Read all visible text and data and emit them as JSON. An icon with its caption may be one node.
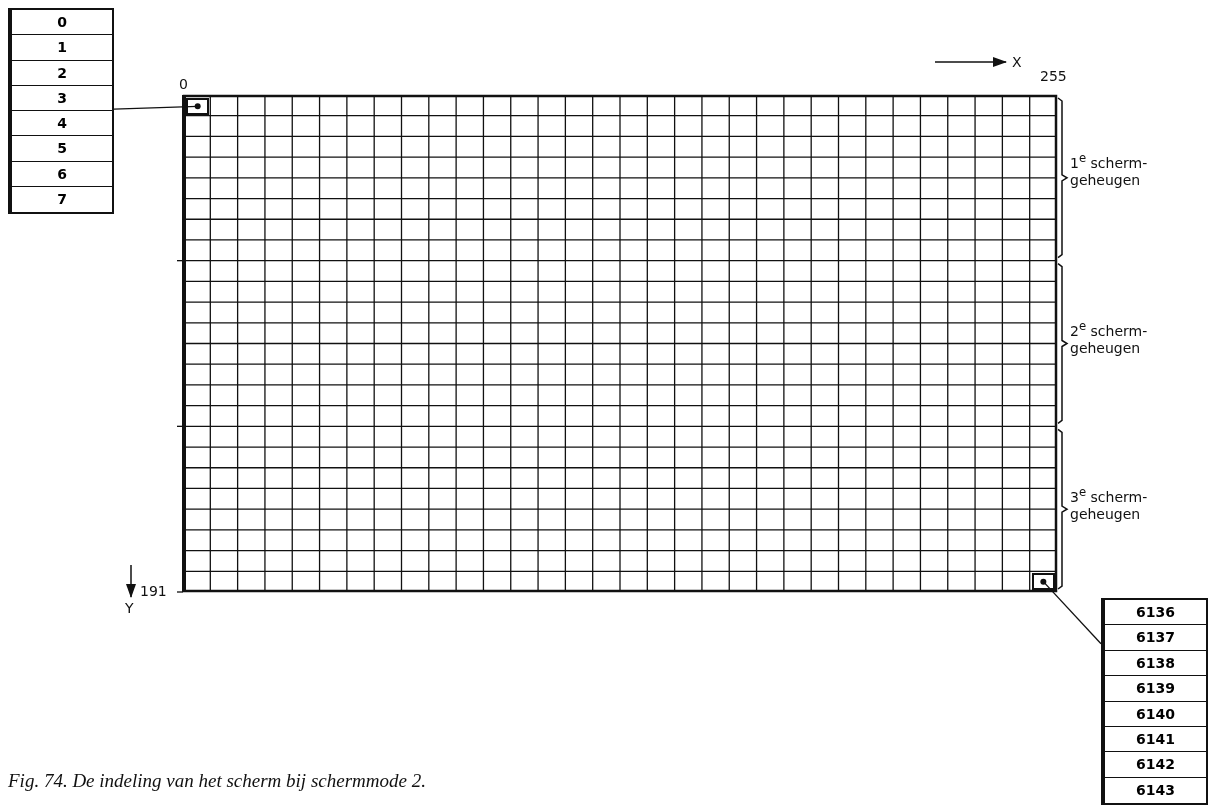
{
  "diagram": {
    "caption": "Fig. 74. De indeling van het scherm bij schermmode 2.",
    "nodes": [
      {
        "text": [
          "0",
          "1",
          "2",
          "3",
          "4",
          "5",
          "6",
          "7"
        ]
      },
      {
        "text": [],
        "shape": "grid"
      },
      {
        "text": [],
        "shape": "box",
        "in": 1
      },
      {
        "text": [
          "6136",
          "6137",
          "6138",
          "6139",
          "6140",
          "6141",
          "6142",
          "6143"
        ]
      },
      {
        "text": [],
        "shape": "box",
        "in": 1
      }
    ],
    "edges": [
      {
        "from": 0,
        "to": 2,
        "arrow": "other"
      },
      {
        "from": 3,
        "to": 4,
        "arrow": "other"
      }
    ],
    "labels": [
      "0",
      "255",
      "X",
      "1$^{e}$ scherm- geheugen",
      "2$^{e}$ scherm- geheugen",
      "3$^{e}$ scherm- geheugen",
      "Y",
      "191"
    ]
  }
}
